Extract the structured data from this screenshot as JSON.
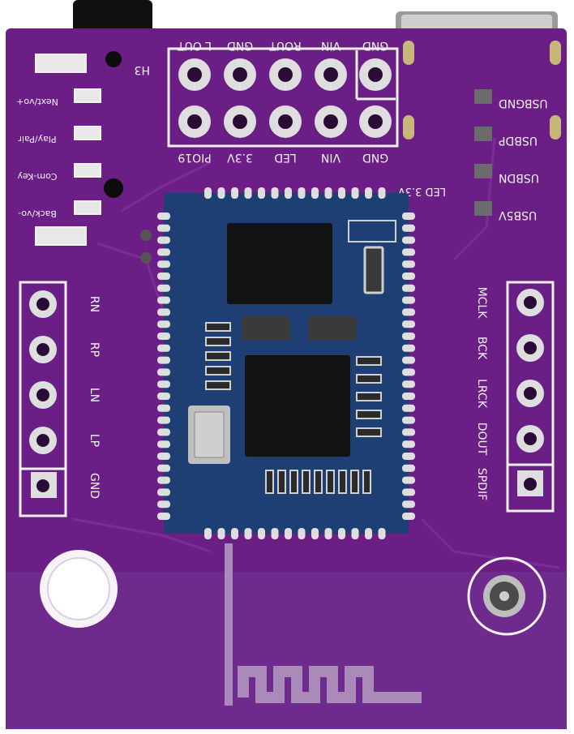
{
  "board": {
    "colors": {
      "pcb": "#6b1f86",
      "pcb_dark": "#3f0f52",
      "module": "#1e3f74",
      "silkscreen": "#f2f2f2",
      "gold": "#c9b77a",
      "silver": "#dedede",
      "chip": "#121212"
    },
    "header_h3": {
      "name": "H3",
      "top_labels": [
        "L OUT",
        "GND",
        "ROUT",
        "VIN",
        "GND"
      ],
      "bottom_labels": [
        "PIO19",
        "3.3V",
        "LED",
        "VIN",
        "GND"
      ]
    },
    "buttons": [
      "Next/vo+",
      "Play/Pair",
      "Com-Key",
      "Back/vo-"
    ],
    "usb_pads": [
      "USBGND",
      "USBDP",
      "USBDN",
      "USB5V"
    ],
    "led_label": "LED 3.3V",
    "left_header": [
      "RN",
      "RP",
      "LN",
      "LP",
      "GND"
    ],
    "right_header": [
      "MCLK",
      "BCK",
      "LRCK",
      "DOUT",
      "SPDIF"
    ]
  }
}
